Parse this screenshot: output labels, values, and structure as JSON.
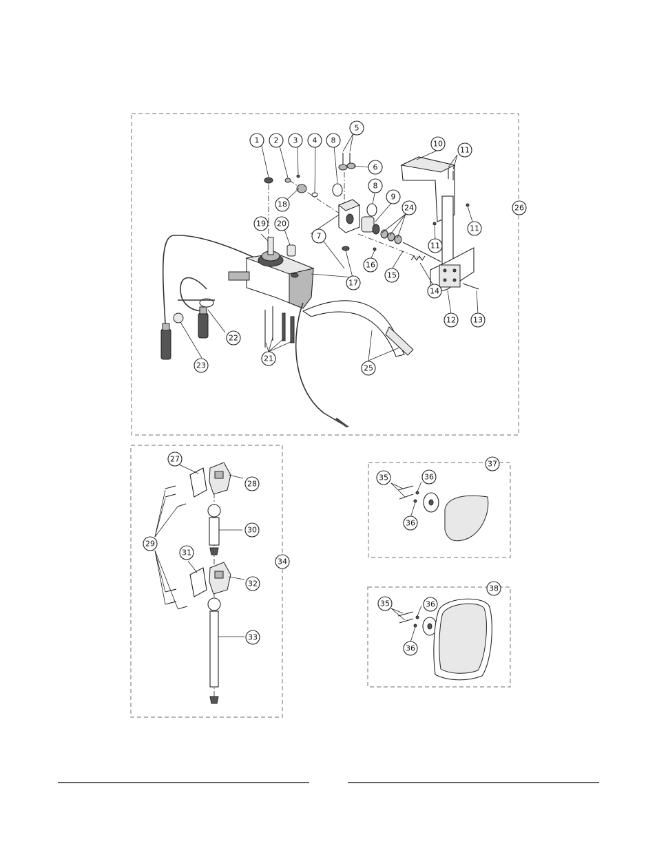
{
  "callouts": {
    "c1": "1",
    "c2": "2",
    "c3": "3",
    "c4": "4",
    "c5": "5",
    "c6": "6",
    "c7": "7",
    "c8a": "8",
    "c8b": "8",
    "c9": "9",
    "c10": "10",
    "c11a": "11",
    "c11b": "11",
    "c11c": "11",
    "c12": "12",
    "c13": "13",
    "c14": "14",
    "c15": "15",
    "c16": "16",
    "c17": "17",
    "c18": "18",
    "c19": "19",
    "c20": "20",
    "c21": "21",
    "c22": "22",
    "c23": "23",
    "c24": "24",
    "c25": "25",
    "c26": "26",
    "c27": "27",
    "c28": "28",
    "c29": "29",
    "c30": "30",
    "c31": "31",
    "c32": "32",
    "c33": "33",
    "c34": "34",
    "c35a": "35",
    "c36a": "36",
    "c36b": "36",
    "c37": "37",
    "c35b": "35",
    "c36c": "36",
    "c36d": "36",
    "c38": "38"
  }
}
